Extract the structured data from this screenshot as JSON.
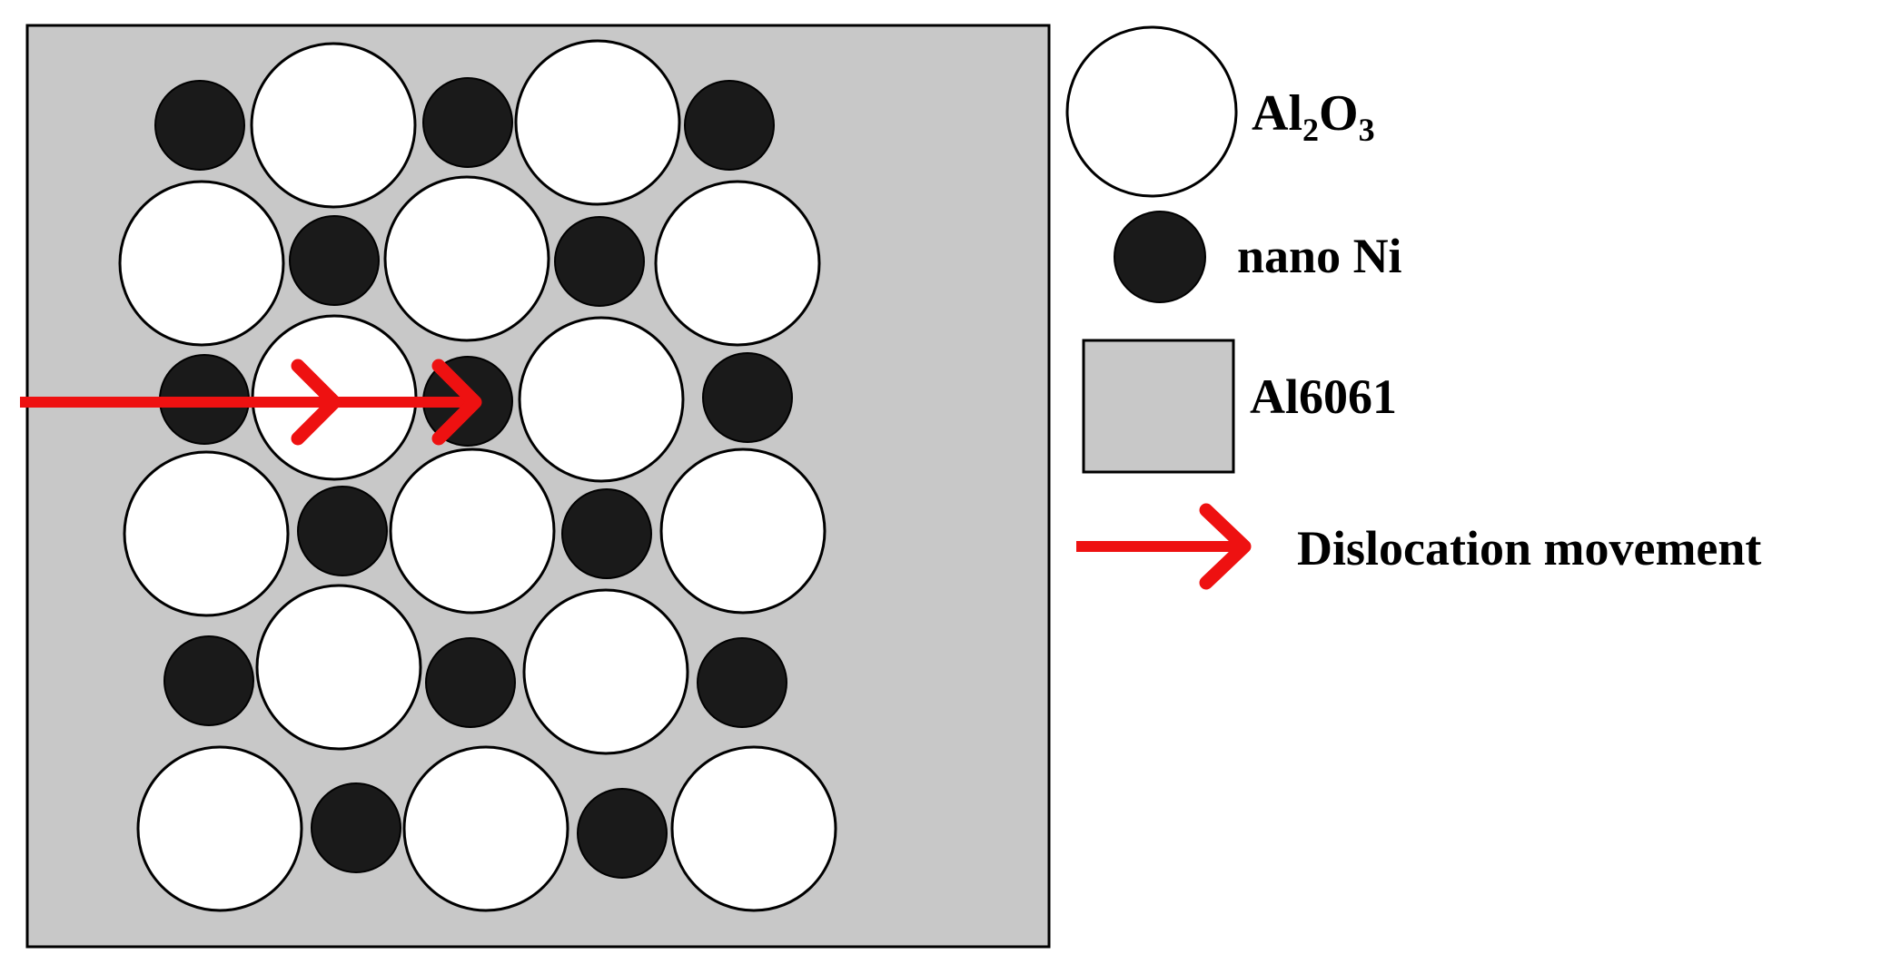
{
  "colors": {
    "matrix": "#c8c8c8",
    "alumina": "#ffffff",
    "nickel": "#1a1a1a",
    "outline": "#000000",
    "arrow": "#ee1111"
  },
  "legend": {
    "alumina": {
      "base": "Al",
      "sub1": "2",
      "mid": "O",
      "sub2": "3"
    },
    "nickel": "nano Ni",
    "matrix": "Al6061",
    "dislocation": "Dislocation movement"
  }
}
